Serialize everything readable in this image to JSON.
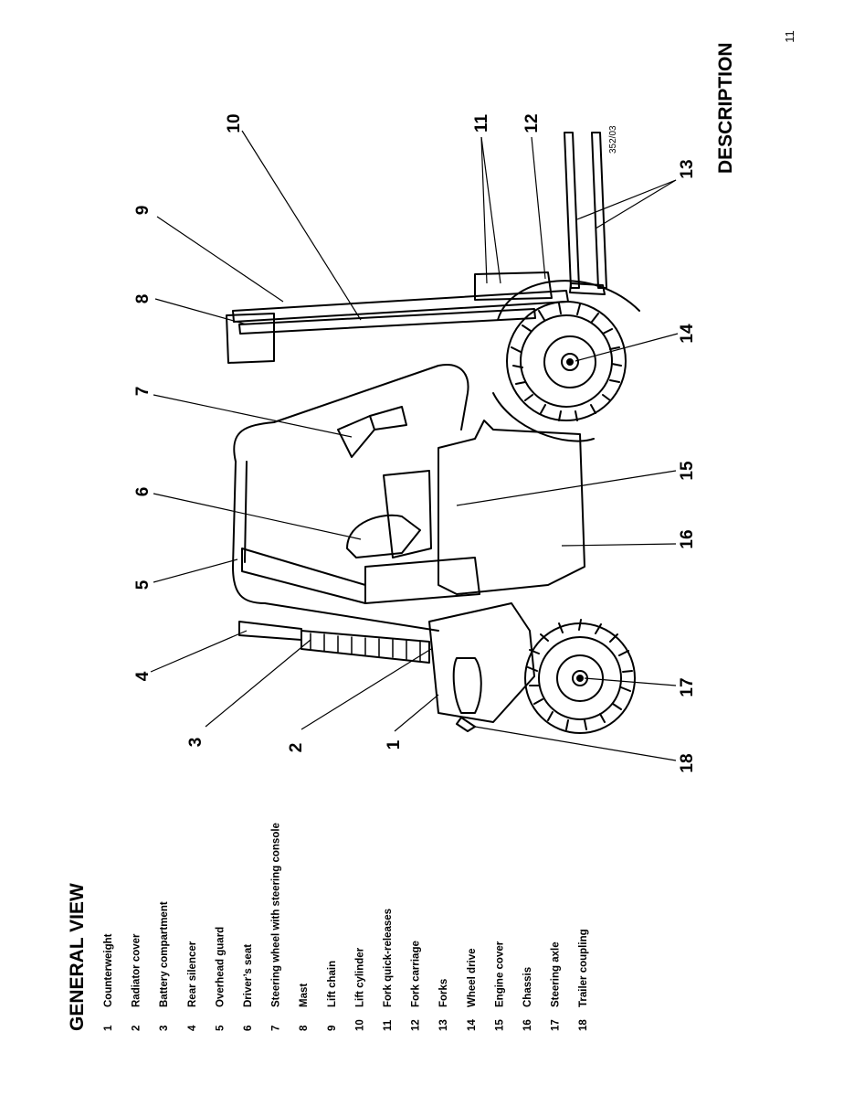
{
  "page_number": "11",
  "section_heading": "DESCRIPTION",
  "title": "GENERAL VIEW",
  "figure_code": "352/03",
  "items": [
    {
      "num": "1",
      "label": "Counterweight"
    },
    {
      "num": "2",
      "label": "Radiator cover"
    },
    {
      "num": "3",
      "label": "Battery  compartment"
    },
    {
      "num": "4",
      "label": "Rear silencer"
    },
    {
      "num": "5",
      "label": "Overhead guard"
    },
    {
      "num": "6",
      "label": "Driver’s seat"
    },
    {
      "num": "7",
      "label": "Steering wheel with steering console"
    },
    {
      "num": "8",
      "label": "Mast"
    },
    {
      "num": "9",
      "label": "Lift chain"
    },
    {
      "num": "10",
      "label": "Lift cylinder"
    },
    {
      "num": "11",
      "label": "Fork quick-releases"
    },
    {
      "num": "12",
      "label": "Fork carriage"
    },
    {
      "num": "13",
      "label": "Forks"
    },
    {
      "num": "14",
      "label": "Wheel drive"
    },
    {
      "num": "15",
      "label": "Engine cover"
    },
    {
      "num": "16",
      "label": "Chassis"
    },
    {
      "num": "17",
      "label": "Steering axle"
    },
    {
      "num": "18",
      "label": "Trailer coupling"
    }
  ],
  "callouts": [
    "1",
    "2",
    "3",
    "4",
    "5",
    "6",
    "7",
    "8",
    "9",
    "10",
    "11",
    "12",
    "13",
    "14",
    "15",
    "16",
    "17",
    "18"
  ]
}
